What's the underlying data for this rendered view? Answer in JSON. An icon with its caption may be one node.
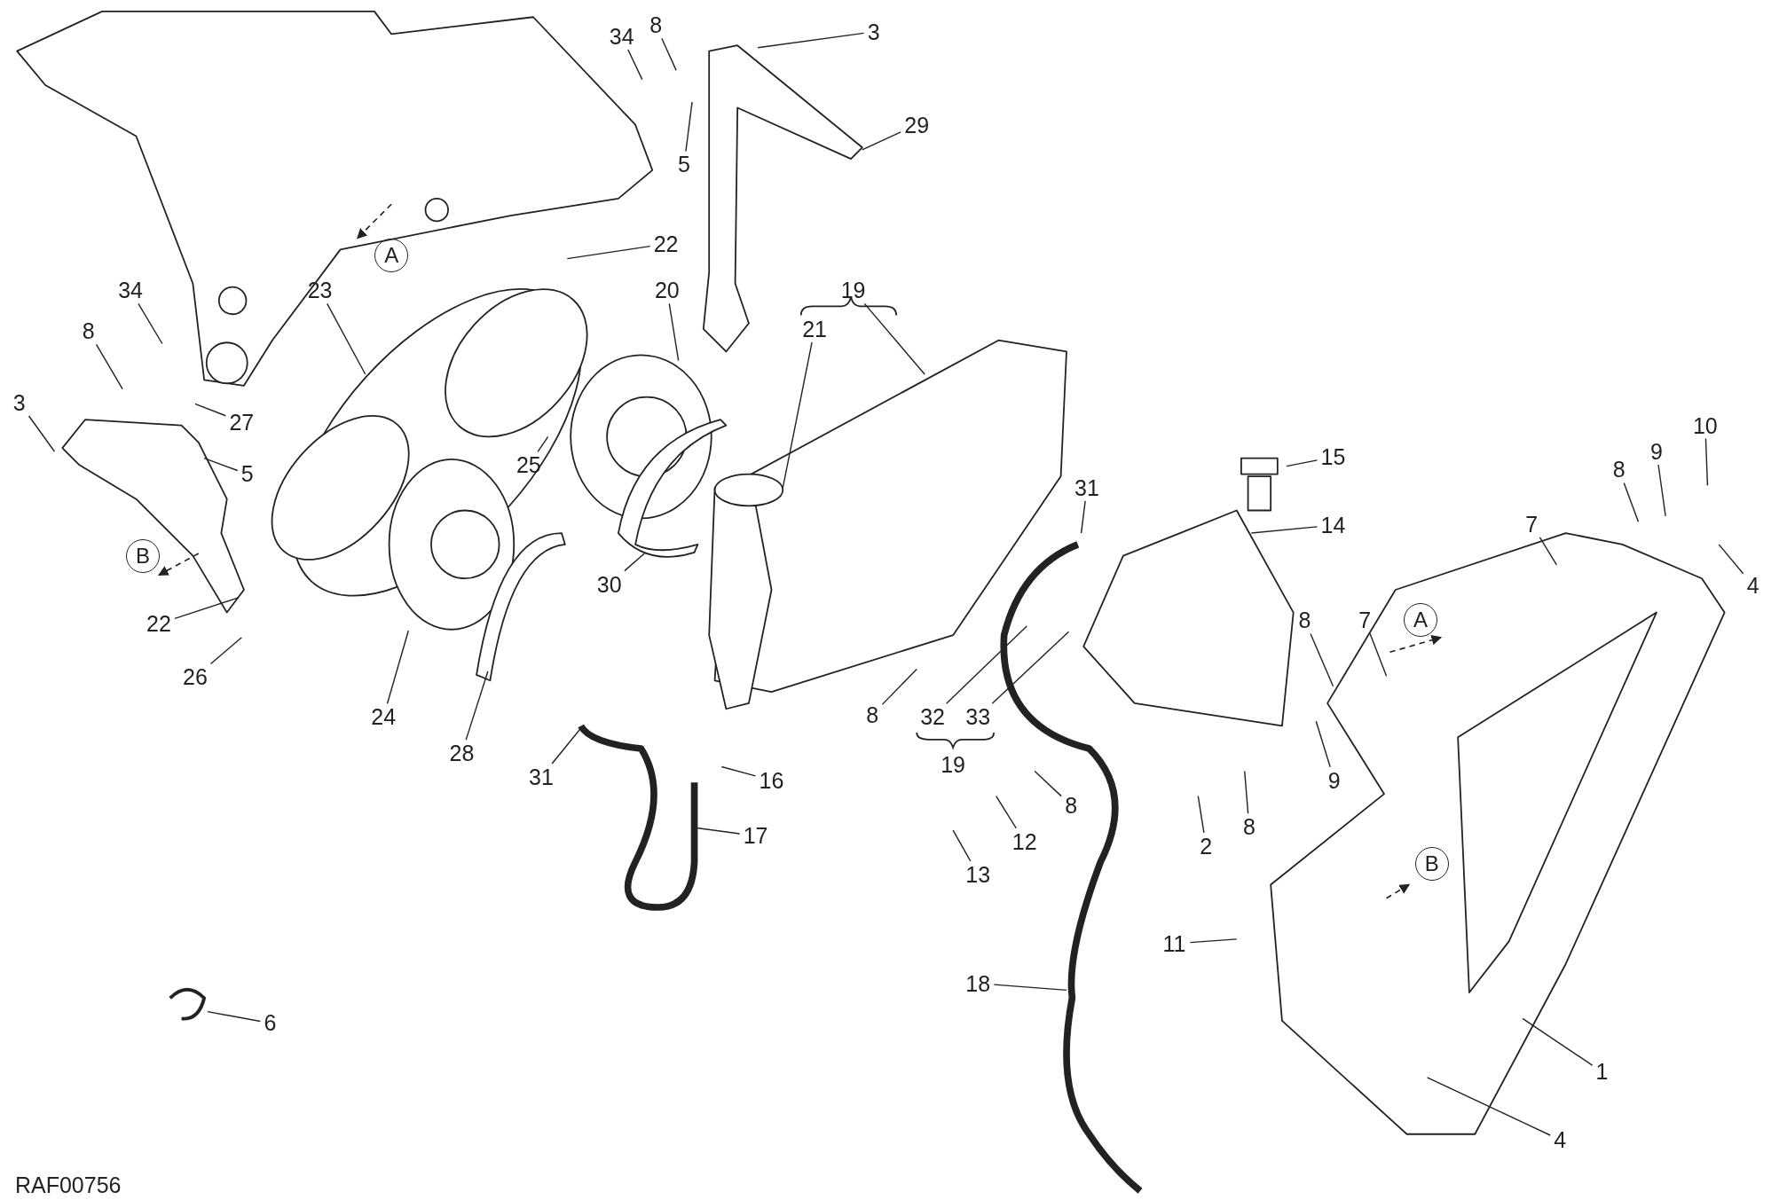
{
  "diagram": {
    "nodes": [
      {
        "text": [
          "34"
        ]
      },
      {
        "text": [
          "8"
        ]
      },
      {
        "text": [
          "3"
        ]
      },
      {
        "text": [
          "29"
        ]
      },
      {
        "text": [
          "5"
        ]
      },
      {
        "text": [
          "22"
        ]
      },
      {
        "text": [
          "20"
        ]
      },
      {
        "text": [
          "34"
        ]
      },
      {
        "text": [
          "23"
        ]
      },
      {
        "text": [
          "8"
        ]
      },
      {
        "text": [
          "27"
        ]
      },
      {
        "text": [
          "3"
        ]
      },
      {
        "text": [
          "5"
        ]
      },
      {
        "text": [
          "19"
        ]
      },
      {
        "text": [
          "21"
        ]
      },
      {
        "text": [
          "25"
        ]
      },
      {
        "text": [
          "30"
        ]
      },
      {
        "text": [
          "22"
        ]
      },
      {
        "text": [
          "26"
        ]
      },
      {
        "text": [
          "24"
        ]
      },
      {
        "text": [
          "28"
        ]
      },
      {
        "text": [
          "31"
        ]
      },
      {
        "text": [
          "16"
        ]
      },
      {
        "text": [
          "17"
        ]
      },
      {
        "text": [
          "8"
        ]
      },
      {
        "text": [
          "32"
        ]
      },
      {
        "text": [
          "33"
        ]
      },
      {
        "text": [
          "31"
        ]
      },
      {
        "text": [
          "15"
        ]
      },
      {
        "text": [
          "14"
        ]
      },
      {
        "text": [
          "10"
        ]
      },
      {
        "text": [
          "9"
        ]
      },
      {
        "text": [
          "8"
        ]
      },
      {
        "text": [
          "7"
        ]
      },
      {
        "text": [
          "4"
        ]
      },
      {
        "text": [
          "8"
        ]
      },
      {
        "text": [
          "7"
        ]
      },
      {
        "text": [
          "9"
        ]
      },
      {
        "text": [
          "2"
        ]
      },
      {
        "text": [
          "8"
        ]
      },
      {
        "text": [
          "8"
        ]
      },
      {
        "text": [
          "12"
        ]
      },
      {
        "text": [
          "13"
        ]
      },
      {
        "text": [
          "11"
        ]
      },
      {
        "text": [
          "18"
        ]
      },
      {
        "text": [
          "6"
        ]
      },
      {
        "text": [
          "1"
        ]
      },
      {
        "text": [
          "4"
        ]
      }
    ],
    "edges": [
      {
        "from": 0,
        "to": null,
        "arrow": "none"
      },
      {
        "from": 1,
        "to": null,
        "arrow": "none"
      },
      {
        "from": 2,
        "to": null,
        "arrow": "none"
      },
      {
        "from": 3,
        "to": null,
        "arrow": "none"
      },
      {
        "from": 4,
        "to": null,
        "arrow": "none"
      },
      {
        "from": 5,
        "to": null,
        "arrow": "none"
      },
      {
        "from": 6,
        "to": null,
        "arrow": "none"
      },
      {
        "from": 7,
        "to": null,
        "arrow": "none"
      },
      {
        "from": 8,
        "to": null,
        "arrow": "none"
      },
      {
        "from": 9,
        "to": null,
        "arrow": "none"
      },
      {
        "from": 10,
        "to": null,
        "arrow": "none"
      },
      {
        "from": 11,
        "to": null,
        "arrow": "none"
      },
      {
        "from": 12,
        "to": null,
        "arrow": "none"
      },
      {
        "from": 13,
        "to": null,
        "arrow": "none"
      },
      {
        "from": 14,
        "to": null,
        "arrow": "none"
      },
      {
        "from": 15,
        "to": null,
        "arrow": "none"
      },
      {
        "from": 16,
        "to": null,
        "arrow": "none"
      },
      {
        "from": 17,
        "to": null,
        "arrow": "none"
      },
      {
        "from": 18,
        "to": null,
        "arrow": "none"
      },
      {
        "from": 19,
        "to": null,
        "arrow": "none"
      },
      {
        "from": 20,
        "to": null,
        "arrow": "none"
      },
      {
        "from": 21,
        "to": null,
        "arrow": "none"
      },
      {
        "from": 22,
        "to": null,
        "arrow": "none"
      },
      {
        "from": 23,
        "to": null,
        "arrow": "none"
      },
      {
        "from": 24,
        "to": null,
        "arrow": "none"
      },
      {
        "from": 25,
        "to": null,
        "arrow": "none"
      },
      {
        "from": 26,
        "to": null,
        "arrow": "none"
      },
      {
        "from": 27,
        "to": null,
        "arrow": "none"
      },
      {
        "from": 28,
        "to": null,
        "arrow": "none"
      },
      {
        "from": 29,
        "to": null,
        "arrow": "none"
      },
      {
        "from": 30,
        "to": null,
        "arrow": "none"
      },
      {
        "from": 31,
        "to": null,
        "arrow": "none"
      },
      {
        "from": 32,
        "to": null,
        "arrow": "none"
      },
      {
        "from": 33,
        "to": null,
        "arrow": "none"
      },
      {
        "from": 34,
        "to": null,
        "arrow": "none"
      },
      {
        "from": 35,
        "to": null,
        "arrow": "none"
      },
      {
        "from": 36,
        "to": null,
        "arrow": "none"
      },
      {
        "from": 37,
        "to": null,
        "arrow": "none"
      },
      {
        "from": 38,
        "to": null,
        "arrow": "none"
      },
      {
        "from": 39,
        "to": null,
        "arrow": "none"
      },
      {
        "from": 40,
        "to": null,
        "arrow": "none"
      },
      {
        "from": 41,
        "to": null,
        "arrow": "none"
      },
      {
        "from": 42,
        "to": null,
        "arrow": "none"
      },
      {
        "from": 43,
        "to": null,
        "arrow": "none"
      },
      {
        "from": 44,
        "to": null,
        "arrow": "none"
      },
      {
        "from": 45,
        "to": null,
        "arrow": "none"
      },
      {
        "from": 46,
        "to": null,
        "arrow": "none"
      },
      {
        "from": 47,
        "to": null,
        "arrow": "none"
      }
    ],
    "labels": [
      "A",
      "B",
      "A",
      "B",
      "19",
      "RAF00756"
    ]
  }
}
